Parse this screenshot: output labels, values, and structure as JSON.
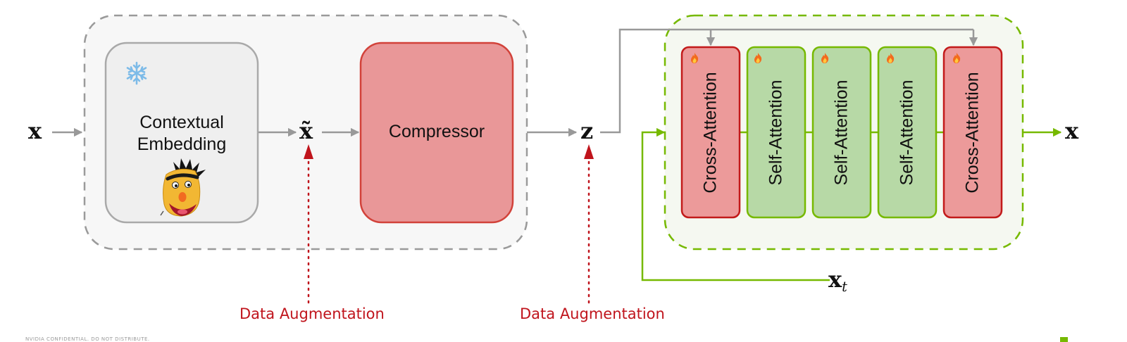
{
  "diagram": {
    "inputs": {
      "x": "x",
      "x_tilde": "x̃",
      "z": "z",
      "x_t": "x",
      "x_t_subscript": "t",
      "output": "x"
    },
    "encoder": {
      "contextual_embedding_line1": "Contextual",
      "contextual_embedding_line2": "Embedding",
      "compressor": "Compressor"
    },
    "decoder": {
      "blocks": [
        {
          "label": "Cross-Attention",
          "kind": "cross"
        },
        {
          "label": "Self-Attention",
          "kind": "self"
        },
        {
          "label": "Self-Attention",
          "kind": "self"
        },
        {
          "label": "Self-Attention",
          "kind": "self"
        },
        {
          "label": "Cross-Attention",
          "kind": "cross"
        }
      ]
    },
    "augmentation": {
      "left": "Data Augmentation",
      "right": "Data Augmentation"
    },
    "footer_note": "NVIDIA CONFIDENTIAL. DO NOT DISTRIBUTE.",
    "icons": {
      "frozen": "snowflake-icon",
      "trainable": "flame-icon",
      "mascot": "bert-puppet-icon"
    },
    "colors": {
      "gray_arrow": "#999999",
      "green": "#76b900",
      "red_dotted": "#c0141c",
      "cross_fill": "#ec9a9a",
      "cross_stroke": "#c21a1a",
      "self_fill": "#b7d9a6",
      "self_stroke": "#76b900",
      "compressor_fill": "#e99798",
      "compressor_stroke": "#d2423a",
      "embed_fill": "#efefef",
      "embed_stroke": "#a9a9a9"
    }
  }
}
